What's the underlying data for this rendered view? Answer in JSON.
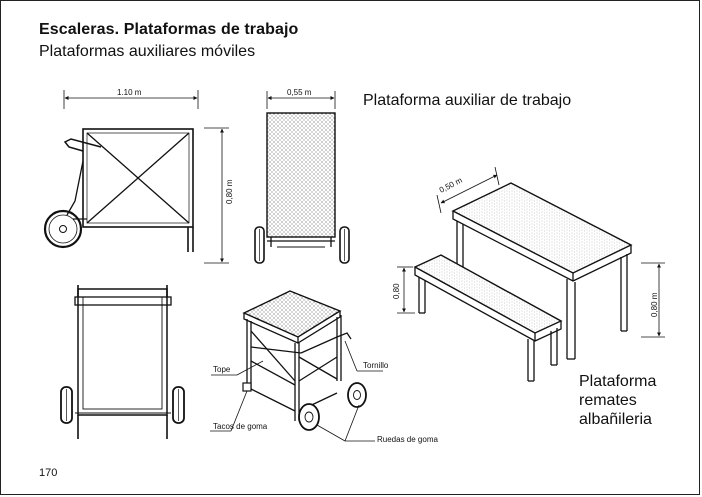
{
  "header": {
    "title": "Escaleras. Plataformas de trabajo",
    "subtitle": "Plataformas auxiliares móviles"
  },
  "captions": {
    "top_right": "Plataforma auxiliar de trabajo",
    "bottom_right": [
      "Plataforma",
      "remates",
      "albañileria"
    ]
  },
  "dimensions": {
    "side_width": "1.10 m",
    "front_width": "0,55 m",
    "height": "0,80 m",
    "bench_width": "0,50 m",
    "bench_height": "0,80",
    "table_height": "0,80 m"
  },
  "labels": {
    "tope": "Tope",
    "tornillo": "Tornillo",
    "tacos": "Tacos de goma",
    "ruedas": "Ruedas de goma"
  },
  "footer": {
    "page_number": "170"
  }
}
